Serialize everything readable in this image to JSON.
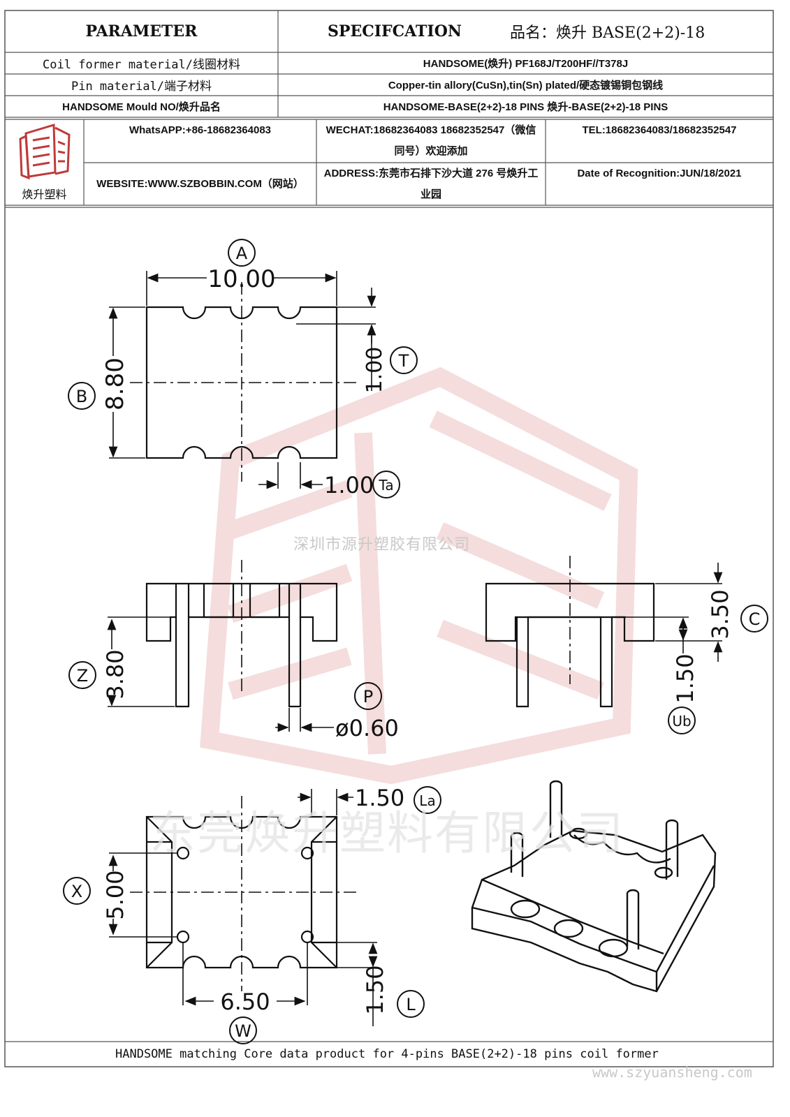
{
  "header": {
    "parameter_title": "PARAMETER",
    "specification_title": "SPECIFCATION",
    "product_name": "品名：焕升 BASE(2+2)-18"
  },
  "rows": [
    {
      "label": "Coil former material/线圈材料",
      "value": "HANDSOME(焕升)   PF168J/T200HF//T378J"
    },
    {
      "label": "Pin material/端子材料",
      "value": "Copper-tin allory(CuSn),tin(Sn) plated/硬态镀锡铜包钢线"
    },
    {
      "label": "HANDSOME Mould NO/焕升品名",
      "value": "HANDSOME-BASE(2+2)-18 PINS    焕升-BASE(2+2)-18 PINS"
    }
  ],
  "company": {
    "logo_name": "焕升塑料",
    "whatsapp": "WhatsAPP:+86-18682364083",
    "wechat": "WECHAT:18682364083 18682352547（微信同号）欢迎添加",
    "tel": "TEL:18682364083/18682352547",
    "website": "WEBSITE:WWW.SZBOBBIN.COM（网站）",
    "address": "ADDRESS:东莞市石排下沙大道 276 号焕升工业园",
    "date": "Date of Recognition:JUN/18/2021"
  },
  "watermarks": {
    "center": "深圳市源升塑胶有限公司",
    "large": "东莞焕升塑料有限公司",
    "site": "www.szyuansheng.com"
  },
  "dimensions": {
    "A": {
      "label": "A",
      "value": "10.00"
    },
    "B": {
      "label": "B",
      "value": "8.80"
    },
    "T": {
      "label": "T",
      "value": "1.00"
    },
    "Ta": {
      "label": "Ta",
      "value": "1.00"
    },
    "Z": {
      "label": "Z",
      "value": "3.80"
    },
    "P": {
      "label": "P",
      "value": "ø0.60"
    },
    "C": {
      "label": "C",
      "value": "3.50"
    },
    "Ub": {
      "label": "Ub",
      "value": "1.50"
    },
    "La": {
      "label": "La",
      "value": "1.50"
    },
    "X": {
      "label": "X",
      "value": "5.00"
    },
    "W": {
      "label": "W",
      "value": "6.50"
    },
    "L": {
      "label": "L",
      "value": "1.50"
    }
  },
  "footer": "HANDSOME matching Core data  product for 4-pins BASE(2+2)-18 pins coil former",
  "colors": {
    "border": "#555555",
    "watermark": "#e9bcbc",
    "ink": "#111111"
  }
}
